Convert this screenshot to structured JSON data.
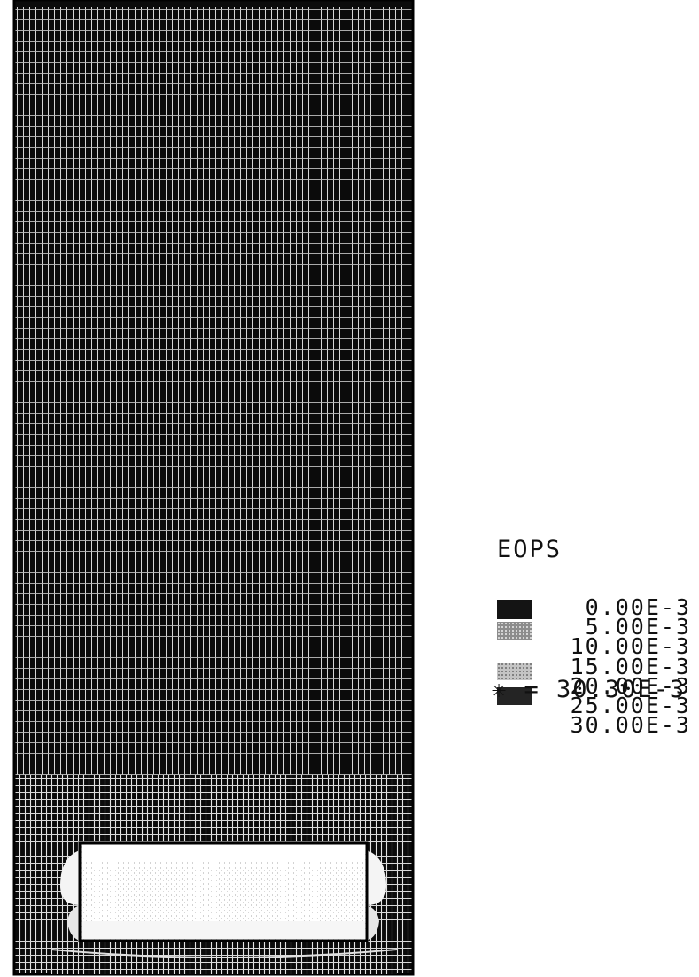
{
  "legend": {
    "title": "EOPS",
    "levels": [
      {
        "label": "0.00E-3",
        "value": 0.0
      },
      {
        "label": "5.00E-3",
        "value": 5.0
      },
      {
        "label": "10.00E-3",
        "value": 10.0
      },
      {
        "label": "15.00E-3",
        "value": 15.0
      },
      {
        "label": "20.00E-3",
        "value": 20.0
      },
      {
        "label": "25.00E-3",
        "value": 25.0
      },
      {
        "label": "30.00E-3",
        "value": 30.0
      }
    ],
    "swatches": [
      {
        "color": "#141414",
        "pattern": "solid"
      },
      {
        "color": "#8c8c8c",
        "pattern": "stipple"
      },
      {
        "color": "#f4f4f4",
        "pattern": "blank"
      },
      {
        "color": "#b4b4b4",
        "pattern": "stipple"
      },
      {
        "color": "#242424",
        "pattern": "solid"
      }
    ]
  },
  "max_note": {
    "symbol": "✳",
    "text": "= 30.30E-3"
  }
}
